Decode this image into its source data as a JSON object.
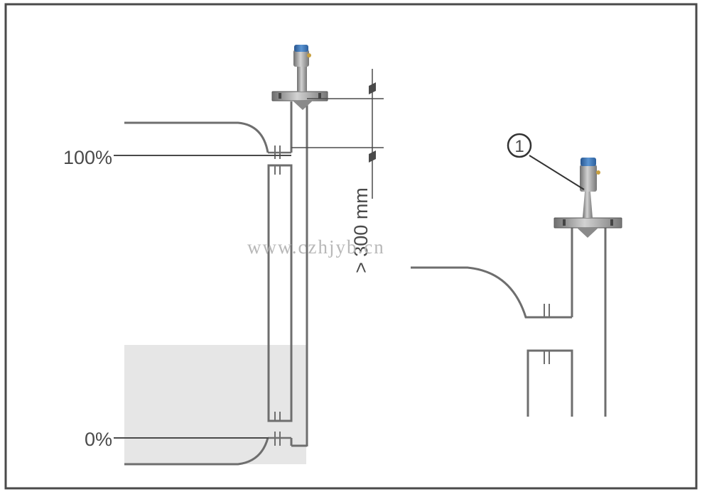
{
  "labels": {
    "level_max": "100%",
    "level_min": "0%",
    "distance": "> 300 mm",
    "callout": "1"
  },
  "watermark": "www.czhjyb.cn",
  "colors": {
    "frame": "#4a4a4a",
    "pipe": "#6e6e6e",
    "liquid": "#e6e6e6",
    "sensor_cap": "#3f78b8",
    "sensor_body": "#8a8a8a",
    "flange": "#a6a6a6"
  }
}
